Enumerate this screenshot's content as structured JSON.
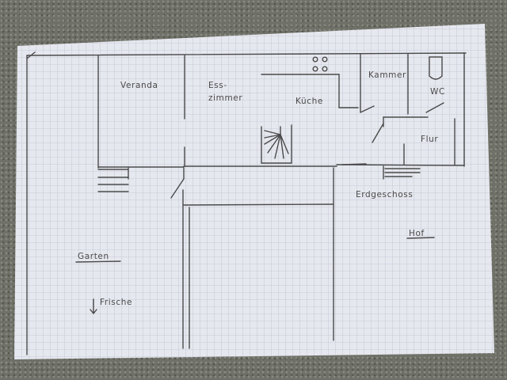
{
  "floorplan": {
    "title": "Erdgeschoss",
    "rooms": {
      "veranda": "Veranda",
      "esszimmer_line1": "Ess-",
      "esszimmer_line2": "zimmer",
      "kueche": "Küche",
      "kammer": "Kammer",
      "wc": "WC",
      "flur": "Flur"
    },
    "outdoor": {
      "garten": "Garten",
      "hof": "Hof",
      "frische": "Frische"
    },
    "colors": {
      "paper": "#e6e8ef",
      "grid": "#b9bdc8",
      "pencil": "#4a4a4a"
    }
  }
}
